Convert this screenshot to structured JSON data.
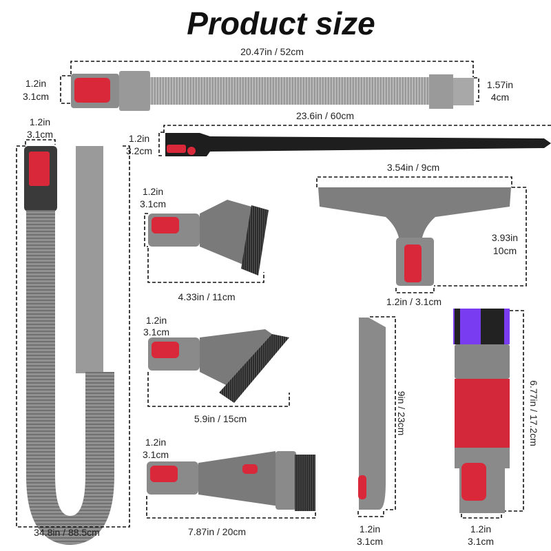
{
  "title": "Product size",
  "colors": {
    "accent_red": "#d8283a",
    "tool_gray": "#8c8c8c",
    "hose_gray": "#b5b5b5",
    "bristle_black": "#222222",
    "bristle_purple": "#7a3cf0"
  },
  "items": {
    "extension_hose": {
      "length": "20.47in / 52cm",
      "left_dia_in": "1.2in",
      "left_dia_cm": "3.1cm",
      "right_dia_in": "1.57in",
      "right_dia_cm": "4cm"
    },
    "long_crevice": {
      "length": "23.6in / 60cm",
      "dia_in": "1.2in",
      "dia_cm": "3.2cm"
    },
    "flexible_hose": {
      "dia_in": "1.2in",
      "dia_cm": "3.1cm",
      "length": "34.8in / 88.5cm"
    },
    "wide_nozzle": {
      "width": "3.54in / 9cm",
      "height_in": "3.93in",
      "height_cm": "10cm",
      "dia": "1.2in / 3.1cm"
    },
    "mini_brush": {
      "dia_in": "1.2in",
      "dia_cm": "3.1cm",
      "length": "4.33in / 11cm"
    },
    "stiff_brush": {
      "dia_in": "1.2in",
      "dia_cm": "3.1cm",
      "length": "5.9in / 15cm"
    },
    "combo_brush": {
      "dia_in": "1.2in",
      "dia_cm": "3.1cm",
      "length": "7.87in / 20cm"
    },
    "crevice_tool": {
      "length": "9in / 23cm",
      "dia_in": "1.2in",
      "dia_cm": "3.1cm"
    },
    "dust_brush": {
      "length": "6.77in / 17.2cm",
      "dia_in": "1.2in",
      "dia_cm": "3.1cm"
    }
  }
}
